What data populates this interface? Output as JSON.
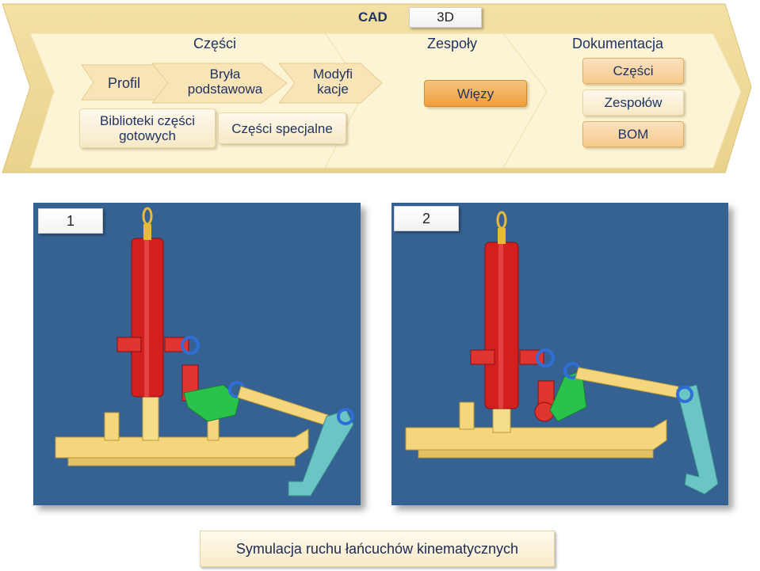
{
  "header": {
    "cad": "CAD",
    "tab_3d": "3D"
  },
  "stages": {
    "parts": "Części",
    "assemblies": "Zespoły",
    "documentation": "Dokumentacja"
  },
  "parts_items": {
    "profile": "Profil",
    "base_solid": "Bryła\npodstawowa",
    "modifications": "Modyfi\nkacje",
    "libraries": "Biblioteki części\ngotowych",
    "special_parts": "Części specjalne"
  },
  "assembly_items": {
    "constraints": "Więzy"
  },
  "documentation_items": {
    "parts": "Części",
    "assemblies": "Zespołów",
    "bom": "BOM"
  },
  "panels": {
    "left_label": "1",
    "right_label": "2"
  },
  "caption": "Symulacja ruchu łańcuchów kinematycznych",
  "colors": {
    "chevron_fill": "#fbecbf",
    "panel_bg": "#356293",
    "cylinder": "#d41f1f",
    "frame": "#f4d77c",
    "green_link": "#29c24a",
    "cyan_link": "#6cc5c5",
    "highlight": "#ef9f3d"
  }
}
